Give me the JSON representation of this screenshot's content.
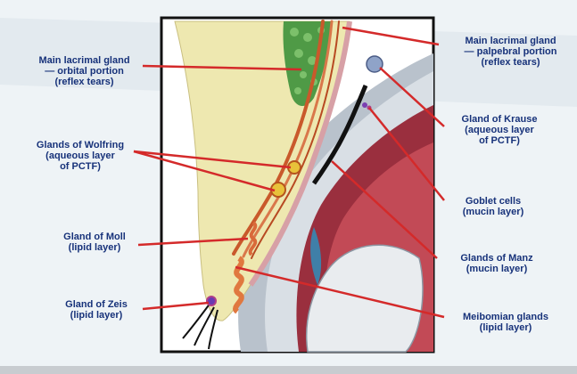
{
  "labels": {
    "main_lacrimal_orbital": [
      "Main lacrimal gland",
      "— orbital portion",
      "(reflex tears)"
    ],
    "glands_of_wolfring": [
      "Glands of Wolfring",
      "(aqueous layer",
      "of PCTF)"
    ],
    "gland_of_moll": [
      "Gland of Moll",
      "(lipid layer)"
    ],
    "gland_of_zeis": [
      "Gland of Zeis",
      "(lipid layer)"
    ],
    "main_lacrimal_palpebral": [
      "Main lacrimal gland",
      "— palpebral portion",
      "(reflex tears)"
    ],
    "gland_of_krause": [
      "Gland of Krause",
      "(aqueous layer",
      "of PCTF)"
    ],
    "goblet_cells": [
      "Goblet cells",
      "(mucin layer)"
    ],
    "glands_of_manz": [
      "Glands of Manz",
      "(mucin layer)"
    ],
    "meibomian_glands": [
      "Meibomian glands",
      "(lipid layer)"
    ]
  },
  "colors": {
    "leader_line": "#d42a2a",
    "label_text": "#17327a",
    "eyelid_tissue": "#eee8b0",
    "lacrimal_gland": "#4f9a46",
    "eyeball": "#aeb8c3",
    "conjunctiva_red": "#b83a48"
  }
}
